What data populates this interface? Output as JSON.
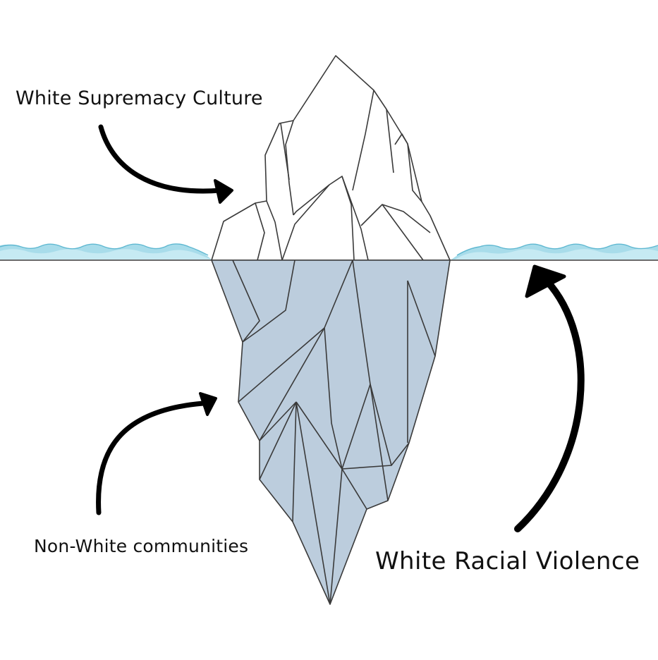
{
  "labels": {
    "top": "White Supremacy Culture",
    "bottom": "Non-White communities",
    "right": "White Racial Violence"
  },
  "colors": {
    "ice_above": "#ffffff",
    "ice_below": "#bccddd",
    "outline": "#3a3a3a",
    "water": "#a8dcea",
    "water_light": "#d3eff6",
    "arrow": "#000000"
  },
  "icons": {
    "iceberg": "iceberg-illustration",
    "waves": "water-waves",
    "arrows": [
      "curved-arrow-top",
      "curved-arrow-bottom",
      "curved-arrow-right"
    ]
  }
}
